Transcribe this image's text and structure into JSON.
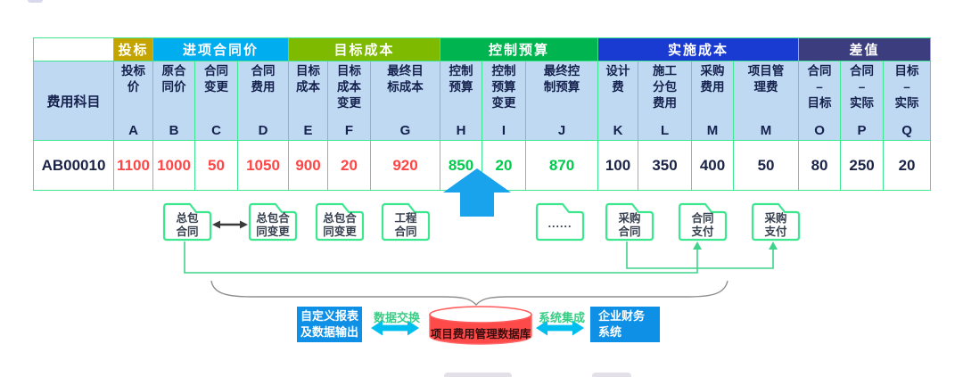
{
  "colors": {
    "table_border_green": "#3CE78F",
    "group_bid_gold": "#C3A400",
    "group_contract_cyan": "#00AEEF",
    "group_target_yellowgreen": "#7DBA00",
    "group_budget_green": "#00B450",
    "group_impl_blue": "#1A3BD1",
    "group_diff_navy": "#3C3D7E",
    "subheader_bg": "#BFD9F3",
    "value_red": "#FF4545",
    "value_green": "#00CB4C",
    "value_navy": "#1B2448",
    "big_arrow_blue": "#18A3EC",
    "folder_green": "#3CE78F",
    "box_blue": "#0E90E6",
    "db_red": "#FF4A4A",
    "link_green": "#3BCD86"
  },
  "table": {
    "row_label_header": "费用科目",
    "groups": [
      {
        "label": "投标"
      },
      {
        "label": "进项合同价"
      },
      {
        "label": "目标成本"
      },
      {
        "label": "控制预算"
      },
      {
        "label": "实施成本"
      },
      {
        "label": "差值"
      }
    ],
    "columns": [
      {
        "label": "投标\n价",
        "letter": "A"
      },
      {
        "label": "原合\n同价",
        "letter": "B"
      },
      {
        "label": "合同\n变更",
        "letter": "C"
      },
      {
        "label": "合同\n费用",
        "letter": "D"
      },
      {
        "label": "目标\n成本",
        "letter": "E"
      },
      {
        "label": "目标\n成本\n变更",
        "letter": "F"
      },
      {
        "label": "最终目\n标成本",
        "letter": "G"
      },
      {
        "label": "控制\n预算",
        "letter": "H"
      },
      {
        "label": "控制\n预算\n变更",
        "letter": "I"
      },
      {
        "label": "最终控\n制预算",
        "letter": "J"
      },
      {
        "label": "设计\n费",
        "letter": "K"
      },
      {
        "label": "施工\n分包\n费用",
        "letter": "L"
      },
      {
        "label": "采购\n费用",
        "letter": "M"
      },
      {
        "label": "项目管\n理费",
        "letter": "M"
      },
      {
        "label": "合同\n–\n目标",
        "letter": "O"
      },
      {
        "label": "合同\n–\n实际",
        "letter": "P"
      },
      {
        "label": "目标\n–\n实际",
        "letter": "Q"
      }
    ],
    "row": {
      "id": "AB00010",
      "values": [
        "1100",
        "1000",
        "50",
        "1050",
        "900",
        "20",
        "920",
        "850",
        "20",
        "870",
        "100",
        "350",
        "400",
        "50",
        "80",
        "250",
        "20"
      ]
    }
  },
  "folders": [
    {
      "label": "总包\n合同"
    },
    {
      "label": "总包合\n同变更"
    },
    {
      "label": "总包合\n同变更"
    },
    {
      "label": "工程\n合同"
    },
    {
      "label": "......"
    },
    {
      "label": "采购\n合同"
    },
    {
      "label": "合同\n支付"
    },
    {
      "label": "采购\n支付"
    }
  ],
  "bottom": {
    "report_box": "自定义报表\n及数据输出",
    "exchange_label": "数据交换",
    "database_label": "项目费用管理数据库",
    "integration_label": "系统集成",
    "finance_box": "企业财务\n系统"
  }
}
